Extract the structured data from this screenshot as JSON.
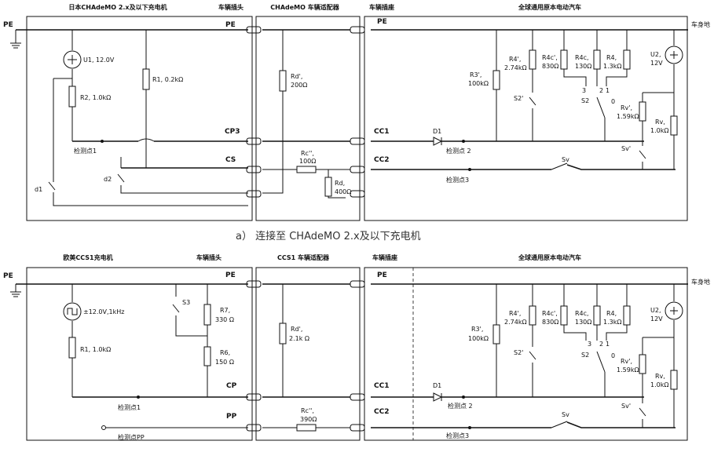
{
  "diagram_a": {
    "charger_title": "日本CHAdeMO 2.x及以下充电机",
    "plug_title": "车辆插头",
    "adapter_title": "CHAdeMO 车辆适配器",
    "inlet_title": "车辆插座",
    "vehicle_title": "全球通用原本电动汽车",
    "pe_left": "PE",
    "pe_plug": "PE",
    "pe_inlet": "PE",
    "chassis": "车身地",
    "u1": "U1, 12.0V",
    "r2": "R2, 1.0kΩ",
    "r1": "R1, 0.2kΩ",
    "d1": "d1",
    "d2": "d2",
    "detect1": "检测点1",
    "cp3": "CP3",
    "cs": "CS",
    "rd_name": "Rd',",
    "rd_val": "200Ω",
    "rc_name": "Rc'',",
    "rc_val": "100Ω",
    "rd2_name": "Rd,",
    "rd2_val": "400Ω",
    "cc1": "CC1",
    "cc2": "CC2",
    "d1_diode": "D1",
    "detect2": "检测点 2",
    "detect3": "检测点3",
    "sv": "Sv",
    "caption_fragment": "a）  连接至 CHAdeMO 2.x及以下充电机"
  },
  "diagram_b": {
    "charger_title": "欧美CCS1充电机",
    "plug_title": "车辆插头",
    "adapter_title": "CCS1 车辆适配器",
    "inlet_title": "车辆插座",
    "vehicle_title": "全球通用原本电动汽车",
    "pe_left": "PE",
    "pe_plug": "PE",
    "pe_inlet": "PE",
    "chassis": "车身地",
    "src": "±12.0V,1kHz",
    "r1": "R1, 1.0kΩ",
    "s3": "S3",
    "r7_name": "R7,",
    "r7_val": "330 Ω",
    "r6_name": "R6,",
    "r6_val": "150 Ω",
    "cp": "CP",
    "pp": "PP",
    "detect1": "检测点1",
    "detectpp": "检测点PP",
    "rd_name": "Rd',",
    "rd_val": "2.1k Ω",
    "rc_name": "Rc'',",
    "rc_val": "390Ω",
    "cc1": "CC1",
    "cc2": "CC2",
    "d1_diode": "D1",
    "detect2": "检测点 2",
    "detect3": "检测点3",
    "sv": "Sv"
  },
  "vehicle": {
    "r3_name": "R3',",
    "r3_val": "100kΩ",
    "r4a_name": "R4',",
    "r4a_val": "2.74kΩ",
    "r4c2_name": "R4c',",
    "r4c2_val": "830Ω",
    "r4c_name": "R4c,",
    "r4c_val": "130Ω",
    "r4_name": "R4,",
    "r4_val": "1.3kΩ",
    "u2_name": "U2,",
    "u2_val": "12V",
    "s2p": "S2'",
    "s2": "S2",
    "rv2_name": "Rv',",
    "rv2_val": "1.59kΩ",
    "rv_name": "Rv,",
    "rv_val": "1.0kΩ",
    "sv2": "Sv'",
    "n3": "3",
    "n2": "2",
    "n1": "1",
    "n0": "0"
  }
}
